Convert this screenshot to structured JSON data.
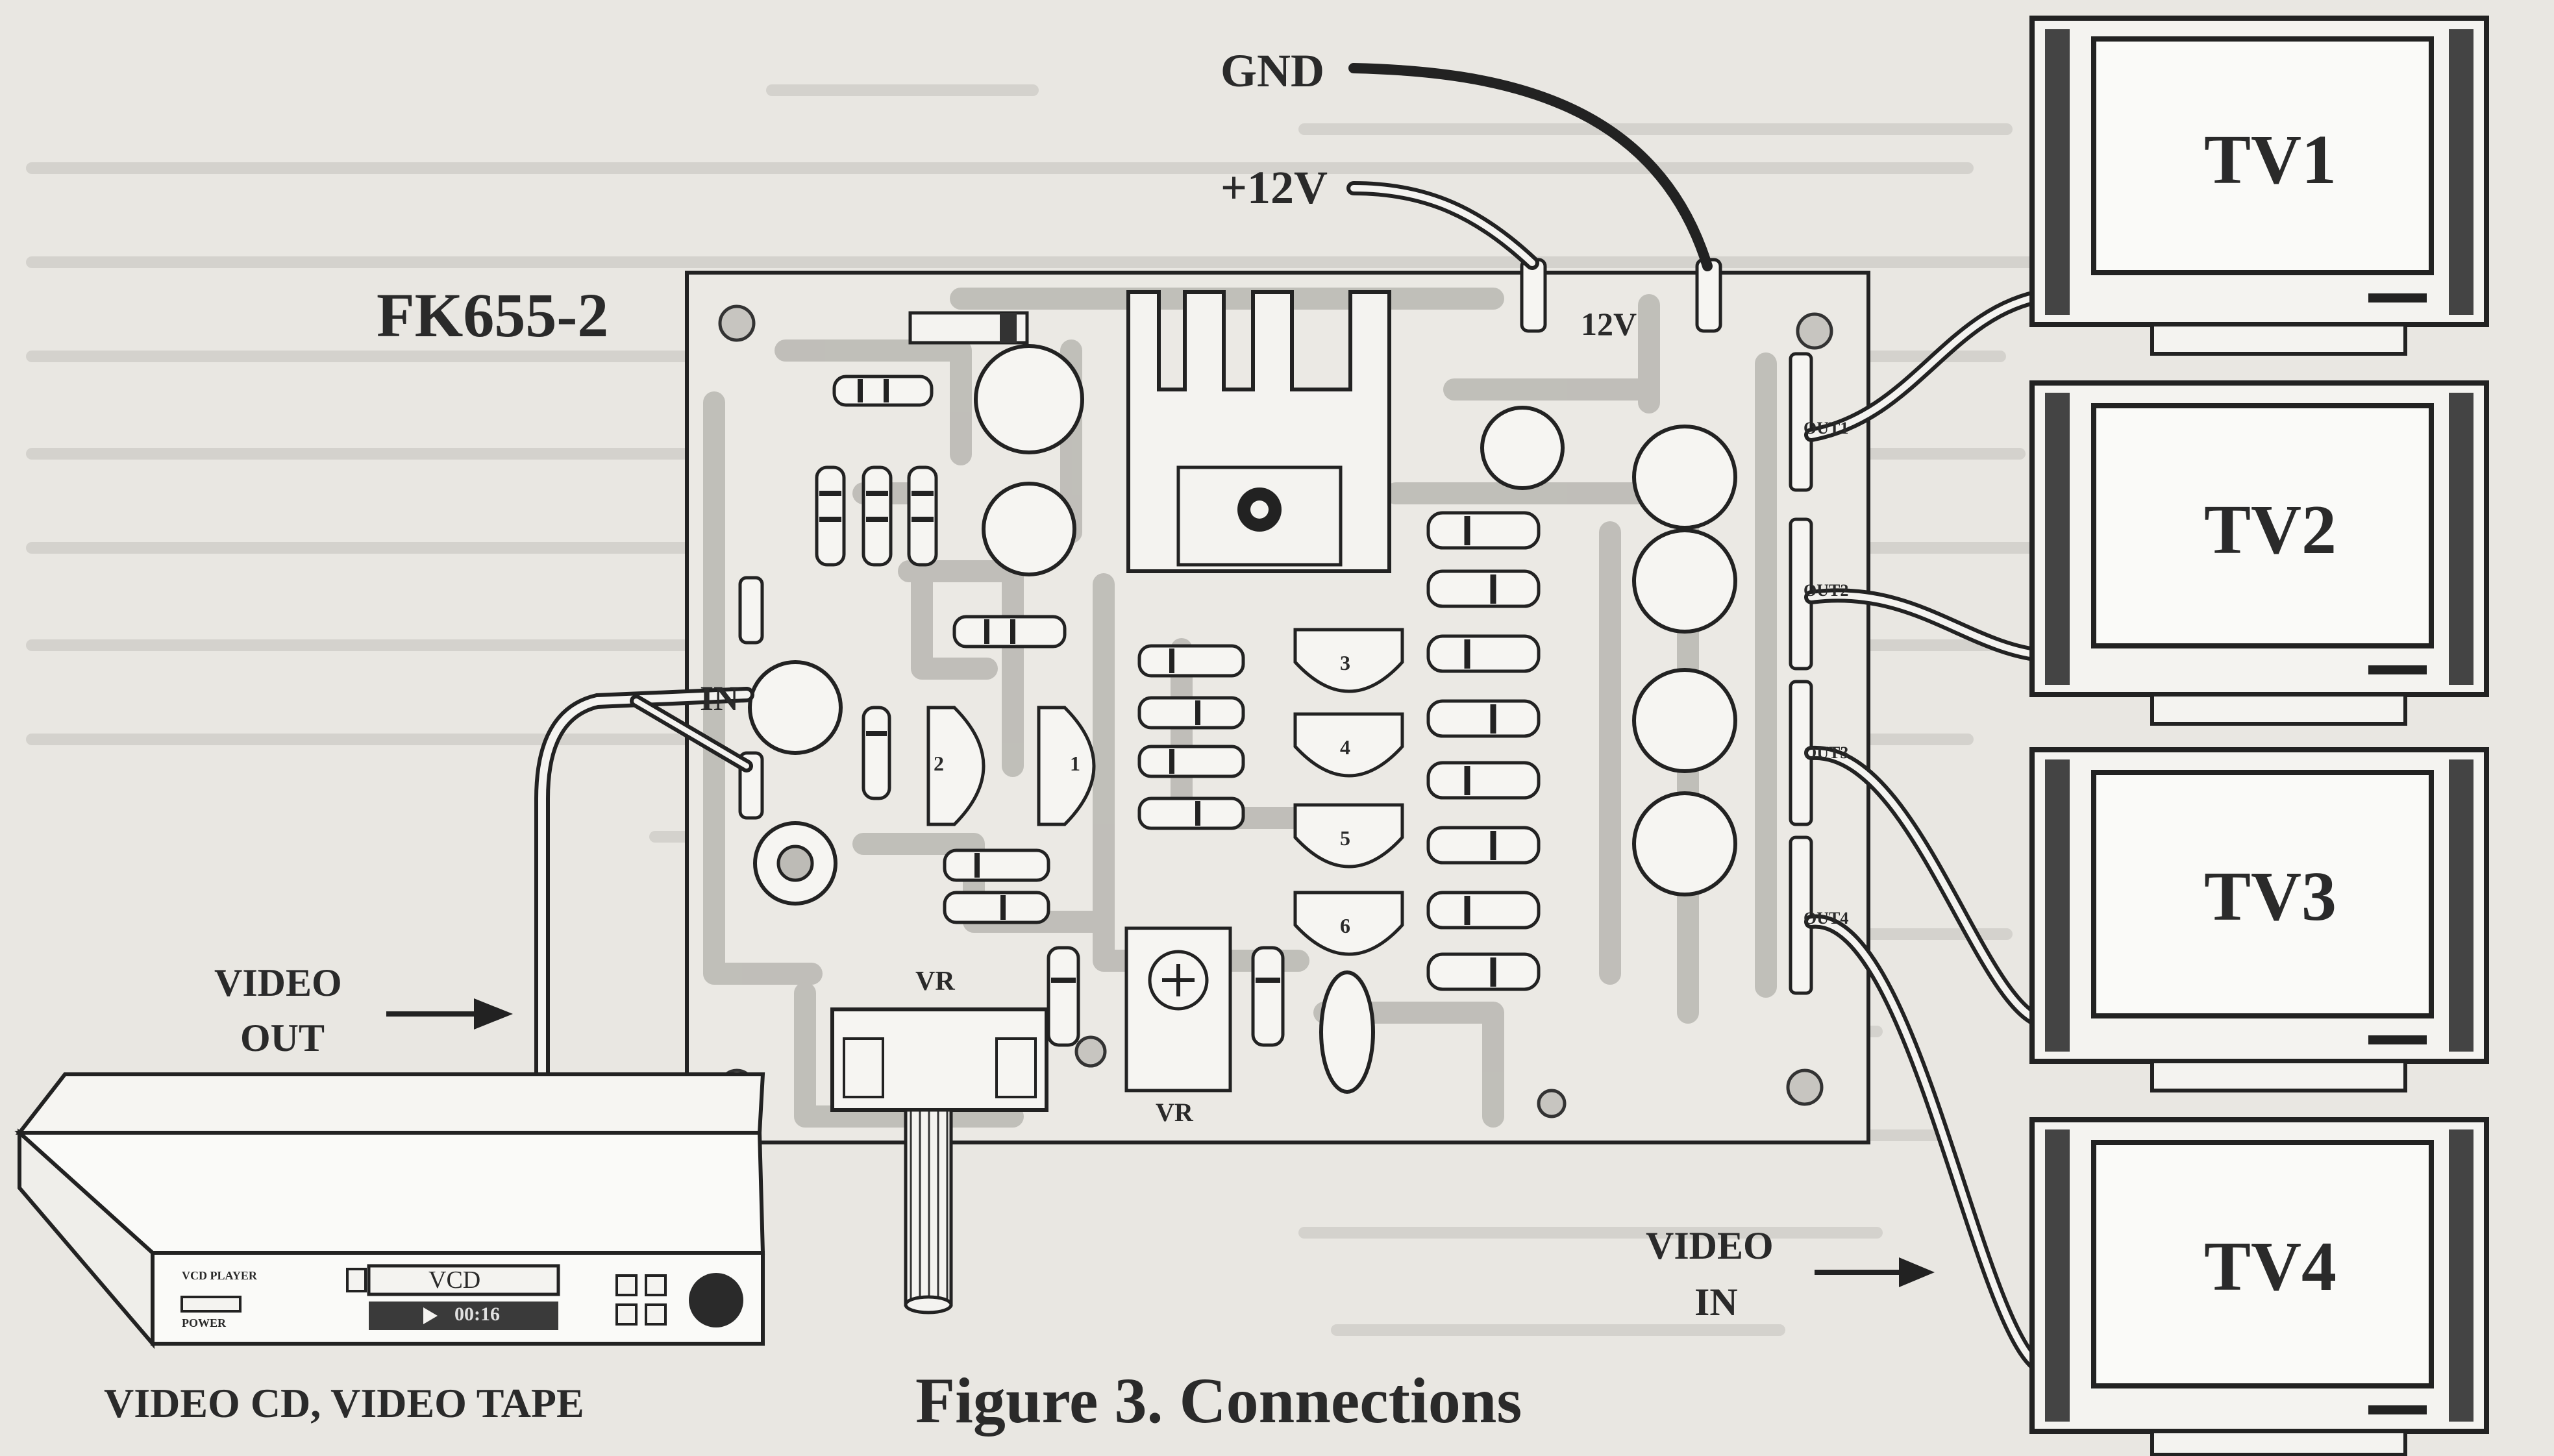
{
  "figure_caption": "Figure 3. Connections",
  "board": {
    "name": "FK655-2",
    "label_12v": "12V",
    "label_in": "IN",
    "label_vr": "VR",
    "label_vr2": "VR",
    "label_out1": "OUT1",
    "label_out2": "OUT2",
    "label_out3": "OUT3",
    "label_out4": "OUT4",
    "transistors": [
      "3",
      "4",
      "5",
      "6"
    ],
    "transistors_left": [
      "2",
      "1"
    ]
  },
  "power": {
    "gnd": "GND",
    "plus12": "+12V"
  },
  "source": {
    "video_out_line1": "VIDEO",
    "video_out_line2": "OUT",
    "caption": "VIDEO CD, VIDEO TAPE",
    "panel_brand": "VCD PLAYER",
    "panel_power": "POWER",
    "display": "VCD",
    "time": "00:16"
  },
  "video_in": {
    "line1": "VIDEO",
    "line2": "IN"
  },
  "tvs": [
    "TV1",
    "TV2",
    "TV3",
    "TV4"
  ]
}
